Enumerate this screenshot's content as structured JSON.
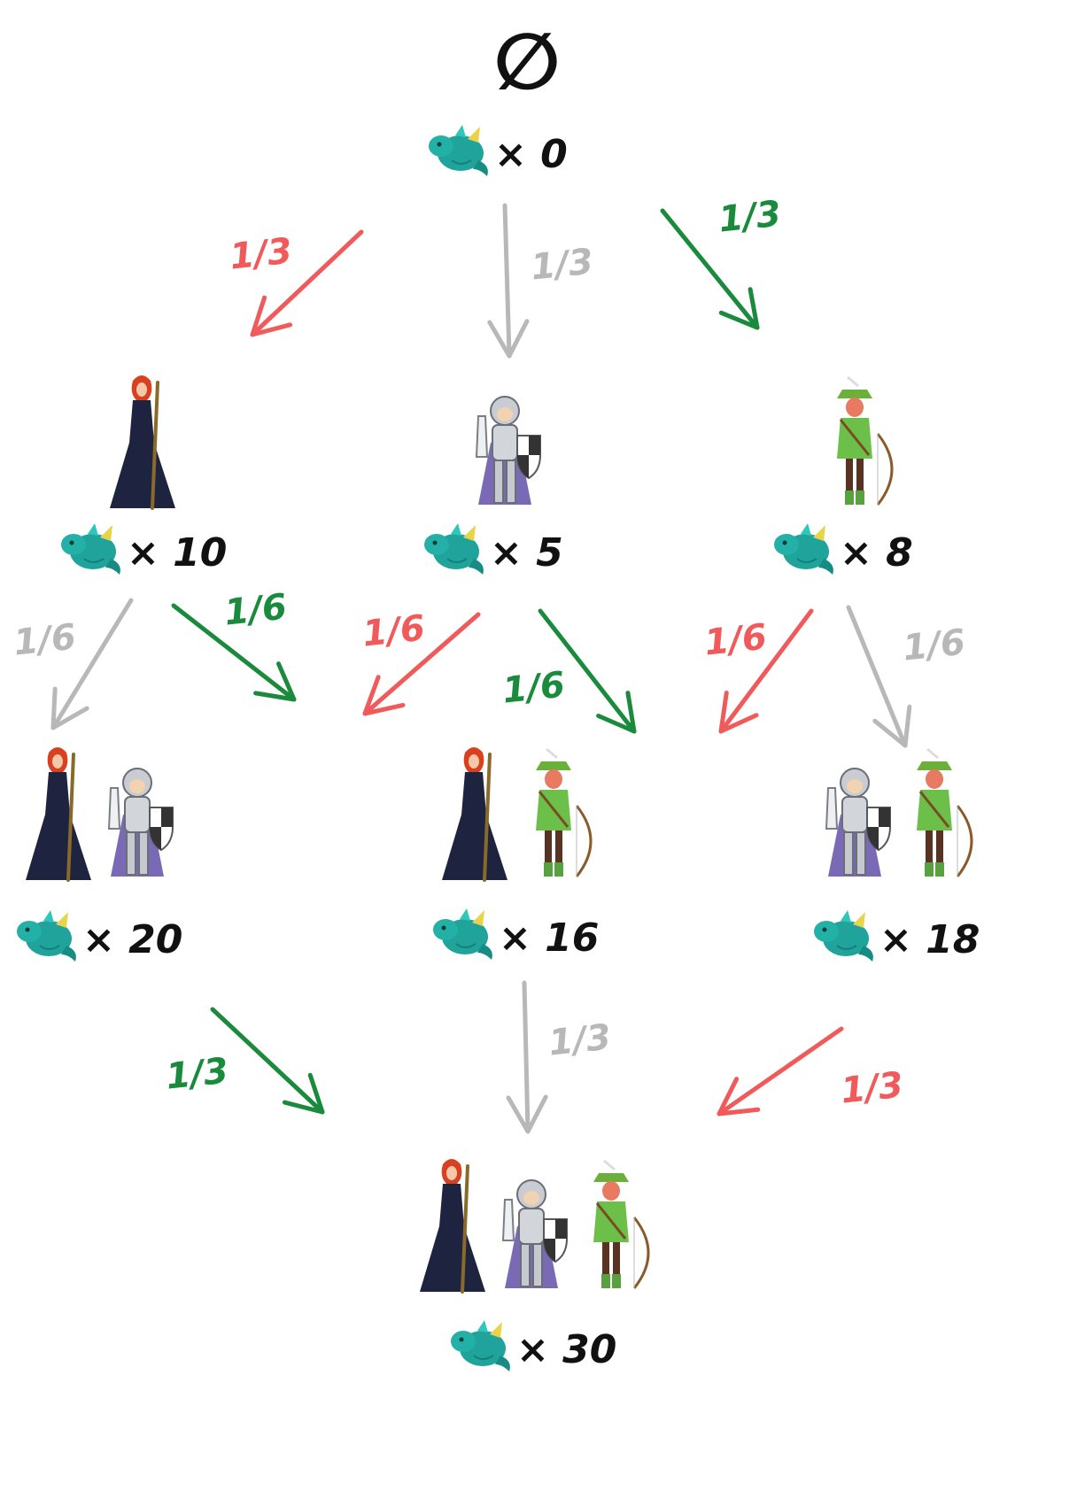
{
  "root_symbol": "∅",
  "dragon_icon": "dragon-icon",
  "times_symbol": "×",
  "colors": {
    "red": "#f05a5a",
    "green": "#1a8a3c",
    "gray": "#b8b8b8",
    "ink": "#111111"
  },
  "nodes": [
    {
      "id": "empty",
      "characters": [],
      "count": "0"
    },
    {
      "id": "mage",
      "characters": [
        "mage"
      ],
      "count": "10"
    },
    {
      "id": "knight",
      "characters": [
        "knight"
      ],
      "count": "5"
    },
    {
      "id": "archer",
      "characters": [
        "archer"
      ],
      "count": "8"
    },
    {
      "id": "mage-knight",
      "characters": [
        "mage",
        "knight"
      ],
      "count": "20"
    },
    {
      "id": "mage-archer",
      "characters": [
        "mage",
        "archer"
      ],
      "count": "16"
    },
    {
      "id": "knight-archer",
      "characters": [
        "knight",
        "archer"
      ],
      "count": "18"
    },
    {
      "id": "all",
      "characters": [
        "mage",
        "knight",
        "archer"
      ],
      "count": "30"
    }
  ],
  "edges": [
    {
      "from": "empty",
      "to": "mage",
      "prob": "1/3",
      "color": "red"
    },
    {
      "from": "empty",
      "to": "knight",
      "prob": "1/3",
      "color": "gray"
    },
    {
      "from": "empty",
      "to": "archer",
      "prob": "1/3",
      "color": "green"
    },
    {
      "from": "mage",
      "to": "mage-knight",
      "prob": "1/6",
      "color": "gray"
    },
    {
      "from": "mage",
      "to": "mage-archer",
      "prob": "1/6",
      "color": "green"
    },
    {
      "from": "knight",
      "to": "mage-archer",
      "prob": "1/6",
      "color": "red"
    },
    {
      "from": "knight",
      "to": "knight-archer",
      "prob": "1/6",
      "color": "green"
    },
    {
      "from": "archer",
      "to": "knight-archer",
      "prob": "1/6",
      "color": "red"
    },
    {
      "from": "archer",
      "to": "knight-archer",
      "prob": "1/6",
      "color": "gray"
    },
    {
      "from": "mage-knight",
      "to": "all",
      "prob": "1/3",
      "color": "green"
    },
    {
      "from": "mage-archer",
      "to": "all",
      "prob": "1/3",
      "color": "gray"
    },
    {
      "from": "knight-archer",
      "to": "all",
      "prob": "1/3",
      "color": "red"
    }
  ]
}
